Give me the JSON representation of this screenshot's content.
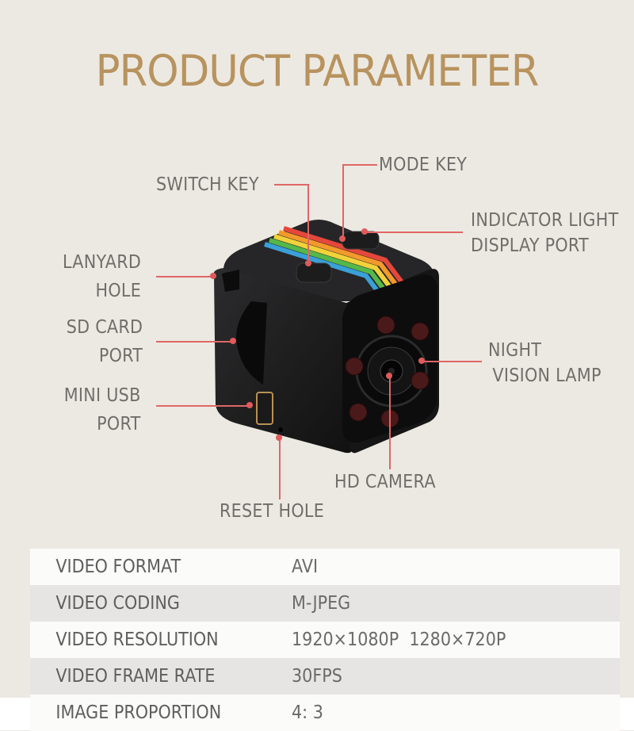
{
  "title": "PRODUCT PARAMETER",
  "colors": {
    "title": "#b8935e",
    "background": "#ece9e2",
    "leader_line": "#e06666",
    "label_text": "#6f6e6b"
  },
  "callouts": {
    "switch_key": "SWITCH KEY",
    "mode_key": "MODE KEY",
    "indicator_light": [
      "INDICATOR LIGHT",
      "DISPLAY PORT"
    ],
    "lanyard_hole": [
      "LANYARD",
      "HOLE"
    ],
    "sd_card_port": [
      "SD CARD",
      "PORT"
    ],
    "mini_usb_port": [
      "MINI USB",
      "PORT"
    ],
    "night_vision_lamp": [
      "NIGHT",
      "VISION LAMP"
    ],
    "hd_camera": "HD CAMERA",
    "reset_hole": "RESET HOLE"
  },
  "specs": [
    {
      "label": "VIDEO FORMAT",
      "value": "AVI"
    },
    {
      "label": "VIDEO CODING",
      "value": "M-JPEG"
    },
    {
      "label": "VIDEO RESOLUTION",
      "value": "1920×1080P  1280×720P"
    },
    {
      "label": "VIDEO FRAME RATE",
      "value": "30FPS"
    },
    {
      "label": "IMAGE PROPORTION",
      "value": "4: 3"
    }
  ]
}
